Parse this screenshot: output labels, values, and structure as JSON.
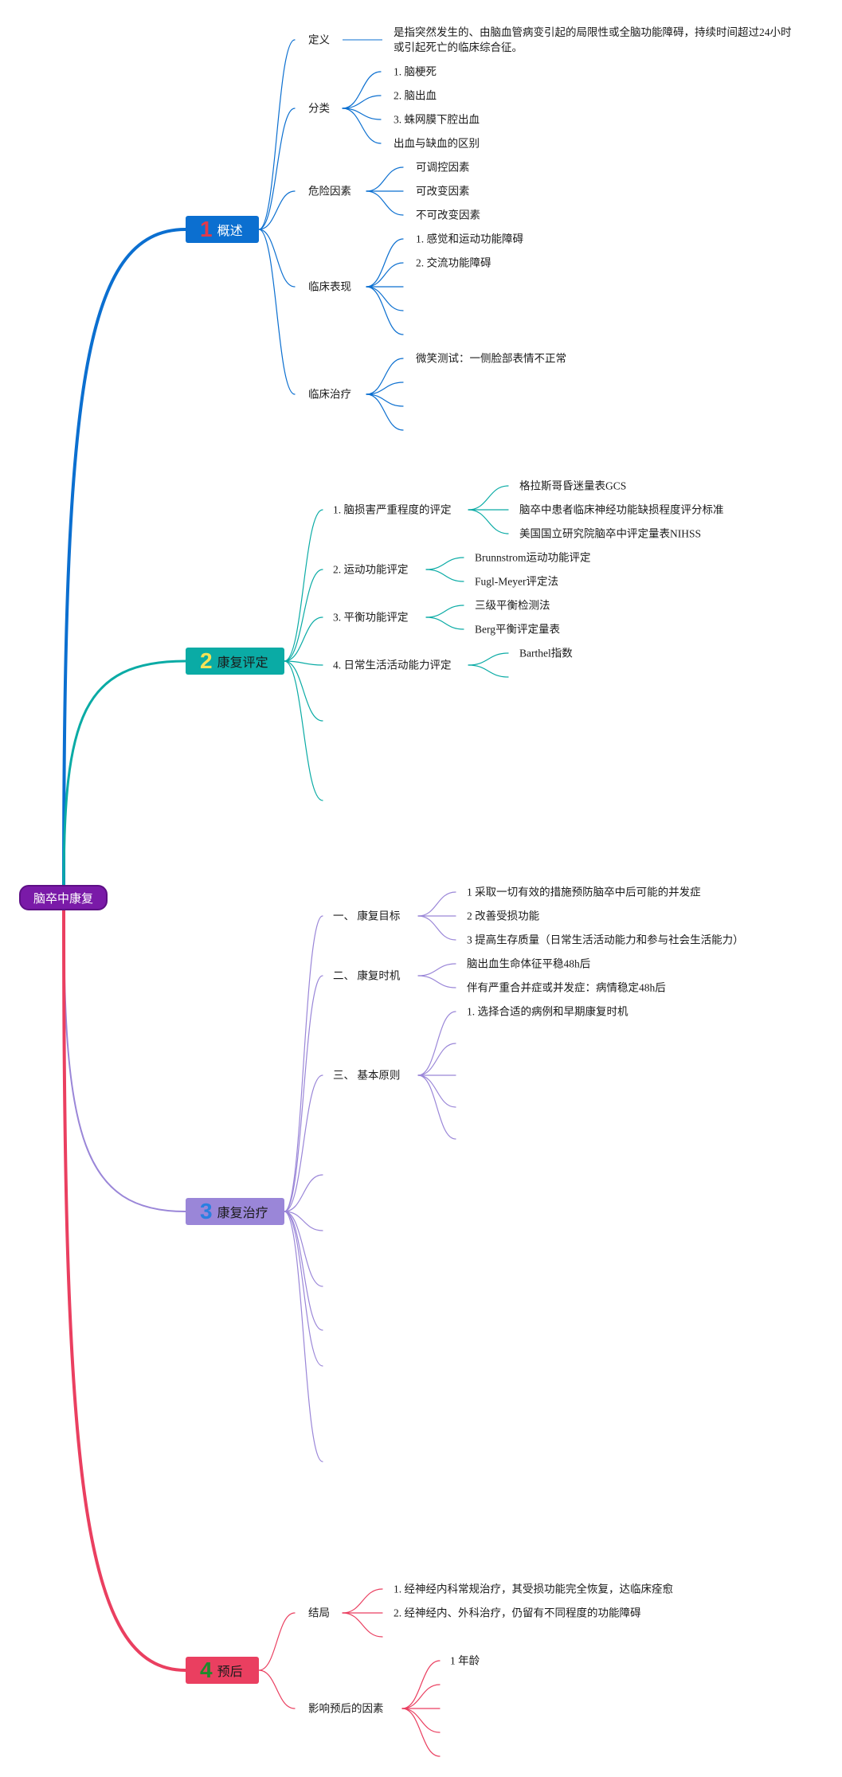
{
  "root": {
    "label": "脑卒中康复"
  },
  "sections": [
    {
      "num": "1",
      "label": "概述",
      "color": "#0b6fd0",
      "num_color": "#e23a4a",
      "items": [
        {
          "label": "定义",
          "children": [
            "是指突然发生的、由脑血管病变引起的局限性或全脑功能障碍，持续时间超过24小时或引起死亡的临床综合征。"
          ]
        },
        {
          "label": "分类",
          "children": [
            "1. 脑梗死",
            "2. 脑出血",
            "3. 蛛网膜下腔出血",
            "出血与缺血的区别"
          ]
        },
        {
          "label": "危险因素",
          "children": [
            "可调控因素",
            "可改变因素",
            "不可改变因素"
          ]
        },
        {
          "label": "临床表现",
          "children": [
            "1. 感觉和运动功能障碍",
            "2. 交流功能障碍"
          ]
        },
        {
          "label": "临床治疗",
          "children": [
            "微笑测试：一侧脸部表情不正常"
          ]
        }
      ]
    },
    {
      "num": "2",
      "label": "康复评定",
      "color": "#0aaba5",
      "num_color": "#f5e256",
      "items": [
        {
          "label": "1. 脑损害严重程度的评定",
          "children": [
            "格拉斯哥昏迷量表GCS",
            "脑卒中患者临床神经功能缺损程度评分标准",
            "美国国立研究院脑卒中评定量表NIHSS"
          ]
        },
        {
          "label": "2. 运动功能评定",
          "children": [
            "Brunnstrom运动功能评定",
            "Fugl-Meyer评定法"
          ]
        },
        {
          "label": "3. 平衡功能评定",
          "children": [
            "三级平衡检测法",
            "Berg平衡评定量表"
          ]
        },
        {
          "label": "4. 日常生活活动能力评定",
          "children": [
            "Barthel指数"
          ]
        }
      ]
    },
    {
      "num": "3",
      "label": "康复治疗",
      "color": "#9a86d8",
      "num_color": "#2a7fe0",
      "items": [
        {
          "label": "一、 康复目标",
          "children": [
            "1 采取一切有效的措施预防脑卒中后可能的并发症",
            "2 改善受损功能",
            "3 提高生存质量（日常生活活动能力和参与社会生活能力）"
          ]
        },
        {
          "label": "二、 康复时机",
          "children": [
            "脑出血生命体征平稳48h后",
            "伴有严重合并症或并发症：病情稳定48h后"
          ]
        },
        {
          "label": "三、 基本原则",
          "children": [
            "1. 选择合适的病例和早期康复时机"
          ]
        }
      ]
    },
    {
      "num": "4",
      "label": "预后",
      "color": "#ea3f60",
      "num_color": "#1f8a2c",
      "items": [
        {
          "label": "结局",
          "children": [
            "1. 经神经内科常规治疗，其受损功能完全恢复，达临床痊愈",
            "2. 经神经内、外科治疗，仍留有不同程度的功能障碍"
          ]
        },
        {
          "label": "影响预后的因素",
          "children": [
            "1 年龄"
          ]
        }
      ]
    }
  ]
}
